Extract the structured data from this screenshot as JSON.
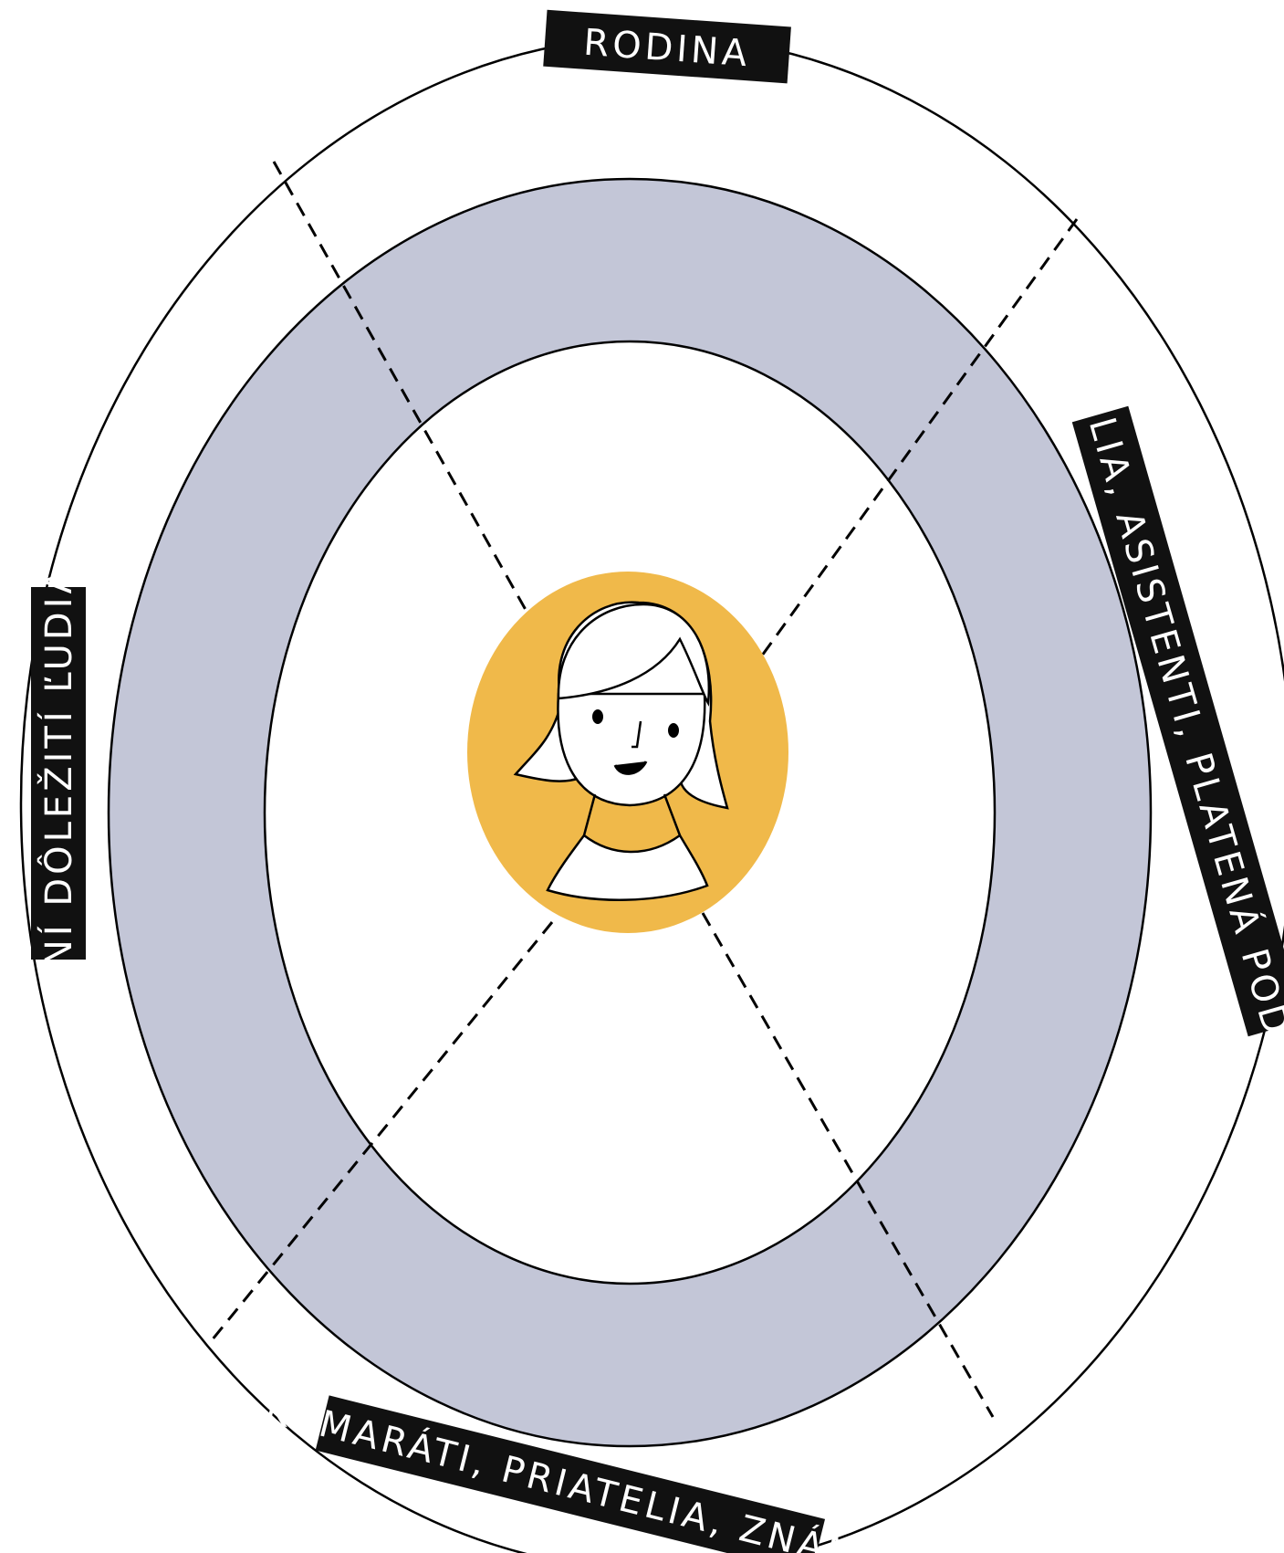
{
  "sectors": {
    "top": "RODINA",
    "right": "UČITELIA, ASISTENTI, PLATENÁ PODPORA",
    "bottom": "KAMARÁTI, PRIATELIA, ZNÁMI",
    "left": "INÍ DÔLEŽITÍ ĽUDIA"
  },
  "colors": {
    "ring": "#c3c6d7",
    "center": "#f0b94a",
    "label_bg": "#111111",
    "stroke": "#000000"
  }
}
